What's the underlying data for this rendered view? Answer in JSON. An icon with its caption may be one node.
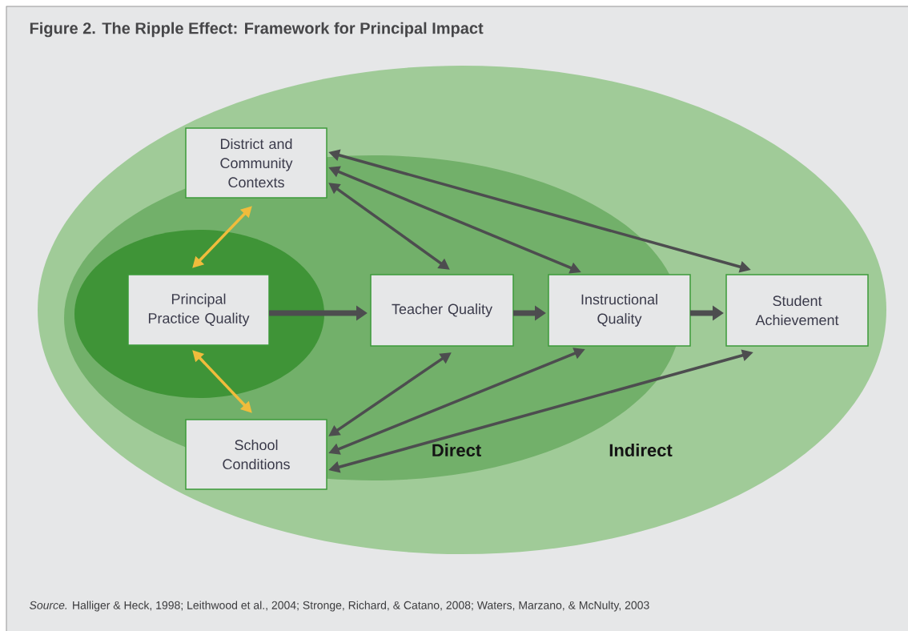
{
  "diagram": {
    "title": "Figure 2. The Ripple Effect: Framework for Principal Impact",
    "caption": "*Source.* Halliger & Heck, 1998; Leithwood et al., 2004; Stronge, Richard, & Catano, 2008; Waters, Marzano, & McNulty, 2003",
    "nodes": [
      {
        "text": [
          "District and Community Contexts"
        ]
      },
      {
        "text": [
          "Principal Practice Quality"
        ]
      },
      {
        "text": [
          "Teacher Quality"
        ]
      },
      {
        "text": [
          "Instructional Quality"
        ]
      },
      {
        "text": [
          "Student Achievement"
        ]
      },
      {
        "text": [
          "School Conditions"
        ]
      }
    ],
    "edges": [
      {
        "from": 1,
        "to": 0,
        "arrow": "both",
        "color": "#f0bc3c"
      },
      {
        "from": 1,
        "to": 5,
        "arrow": "both",
        "color": "#f0bc3c"
      },
      {
        "from": 1,
        "to": 2,
        "arrow": "to",
        "style": "thick"
      },
      {
        "from": 2,
        "to": 3,
        "arrow": "to",
        "style": "thick"
      },
      {
        "from": 3,
        "to": 4,
        "arrow": "to",
        "style": "thick"
      },
      {
        "from": 0,
        "to": 2,
        "arrow": "both"
      },
      {
        "from": 0,
        "to": 3,
        "arrow": "both"
      },
      {
        "from": 0,
        "to": 4,
        "arrow": "both"
      },
      {
        "from": 5,
        "to": 2,
        "arrow": "both"
      },
      {
        "from": 5,
        "to": 3,
        "arrow": "both"
      },
      {
        "from": 5,
        "to": 4,
        "arrow": "both"
      }
    ],
    "labels": [
      "Direct",
      "Indirect"
    ]
  }
}
